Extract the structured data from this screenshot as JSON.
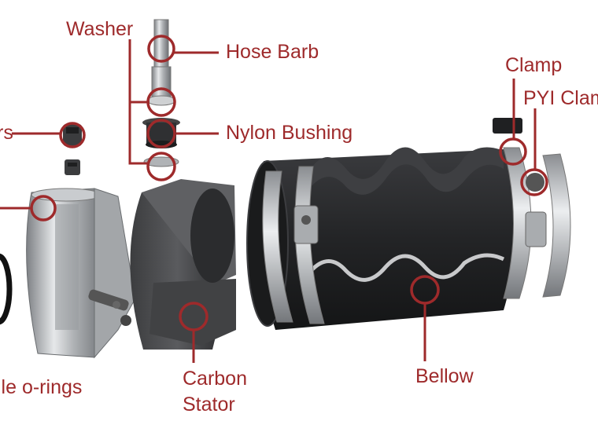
{
  "colors": {
    "accent": "#9e2a2b",
    "metal": "#b9bcbf",
    "rubber": "#2a2b2d",
    "carbon": "#4a4b4d"
  },
  "labels": {
    "washer": "Washer",
    "hose_barb": "Hose Barb",
    "set_screws_partial": "rs",
    "nylon_bushing": "Nylon Bushing",
    "clamp": "Clamp",
    "pyi_clamp_partial": "PYI Clam",
    "nitrile_orings_partial": "ile o-rings",
    "carbon_stator_line1": "Carbon",
    "carbon_stator_line2": "Stator",
    "bellow": "Bellow"
  }
}
